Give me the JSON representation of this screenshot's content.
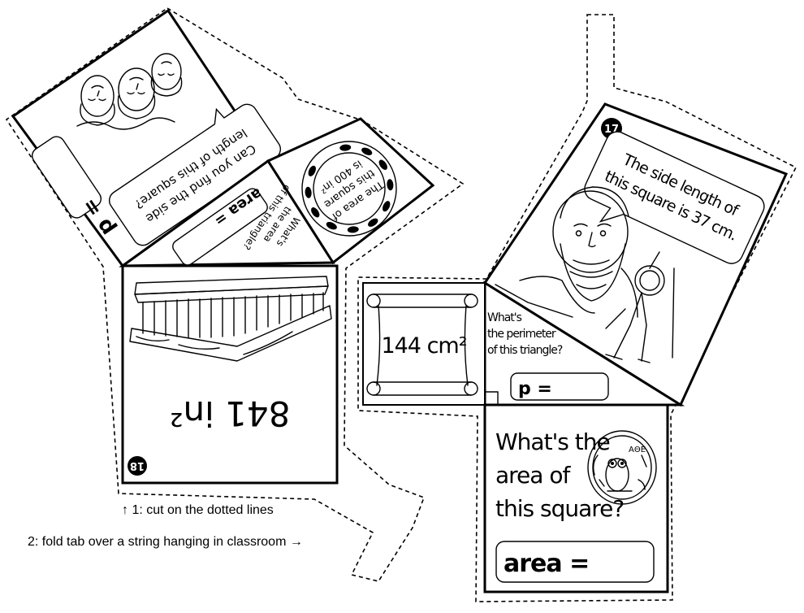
{
  "card_17": {
    "number": "17",
    "speech_line1": "The side length of",
    "speech_line2": "this square is 37 cm."
  },
  "card_18": {
    "number": "18",
    "answer": "841 in²"
  },
  "top_left_square": {
    "question_line1": "Can you find the side",
    "question_line2": "length of this square?",
    "answer_label": "p ="
  },
  "wreath_card": {
    "line1": "The area of",
    "line2": "this square",
    "line3": "is 400 in²"
  },
  "left_triangle": {
    "question_line1": "What's",
    "question_line2": "the area",
    "question_line3": "of this triangle?",
    "answer_label": "area ="
  },
  "right_triangle": {
    "question_line1": "What's",
    "question_line2": "the perimeter",
    "question_line3": "of this triangle?",
    "answer_label": "p ="
  },
  "scroll_card": {
    "value": "144 cm²"
  },
  "bottom_right_square": {
    "question_line1": "What's the",
    "question_line2": "area of",
    "question_line3": "this square?",
    "answer_label": "area ="
  },
  "instructions": {
    "step1": "↑ 1: cut on the dotted lines",
    "step2": "2: fold tab over a string hanging in classroom →"
  }
}
